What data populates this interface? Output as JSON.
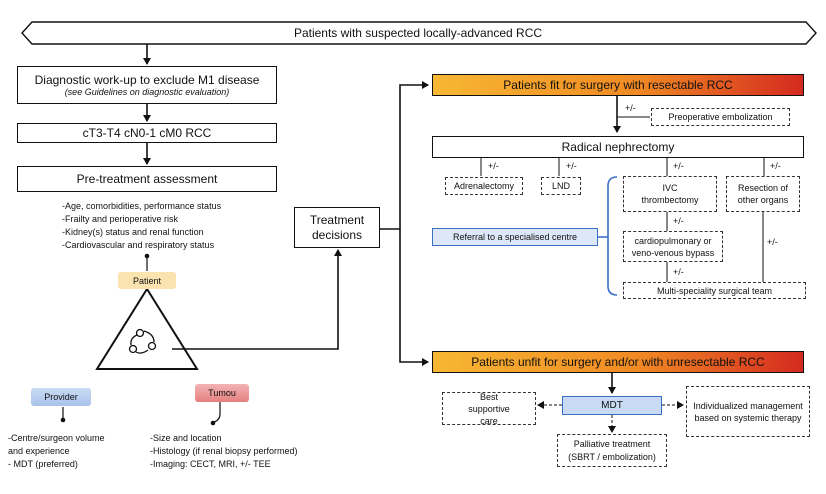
{
  "header": {
    "title": "Patients with suspected locally-advanced RCC"
  },
  "left": {
    "workup_title": "Diagnostic work-up to exclude M1 disease",
    "workup_sub": "(see Guidelines on diagnostic evaluation)",
    "stage": "cT3-T4 cN0-1 cM0 RCC",
    "pretreatment": "Pre-treatment assessment",
    "patient_factors": [
      "-Age, comorbidities, performance status",
      "-Frailty and perioperative risk",
      "-Kidney(s) status and renal function",
      "-Cardiovascular and respiratory status"
    ],
    "patient_label": "Patient",
    "provider_label": "Provider",
    "tumour_label": "Tumou",
    "provider_factors": [
      "-Centre/surgeon volume",
      "and experience",
      "- MDT (preferred)"
    ],
    "tumour_factors": [
      "-Size and location",
      "-Histology (if renal biopsy performed)",
      "-Imaging: CECT, MRI, +/- TEE"
    ]
  },
  "decisions": "Treatment decisions",
  "fit": {
    "title": "Patients fit for surgery with resectable RCC",
    "preop": "Preoperative embolization",
    "nephrectomy": "Radical nephrectomy",
    "adrenalectomy": "Adrenalectomy",
    "lnd": "LND",
    "ivc": "IVC thrombectomy",
    "resection": "Resection of other organs",
    "referral": "Referral to a specialised centre",
    "bypass": "cardiopulmonary or veno-venous bypass",
    "team": "Multi-speciality surgical team",
    "pm": "+/-"
  },
  "unfit": {
    "title": "Patients unfit for surgery and/or with unresectable RCC",
    "mdt": "MDT",
    "supportive": "Best supportive care",
    "individualized": "Individualized management based on systemic therapy",
    "palliative": "Palliative treatment",
    "palliative_sub": "(SBRT / embolization)"
  },
  "colors": {
    "fit_gradient": [
      "#f7b733",
      "#d42a1f"
    ],
    "patient_badge": "#fbe3b0",
    "provider_badge": "#b7cdee",
    "tumour_badge": "#ef9a9a",
    "referral_fill": "#dce8f8",
    "mdt_fill": "#c9dbf4"
  }
}
